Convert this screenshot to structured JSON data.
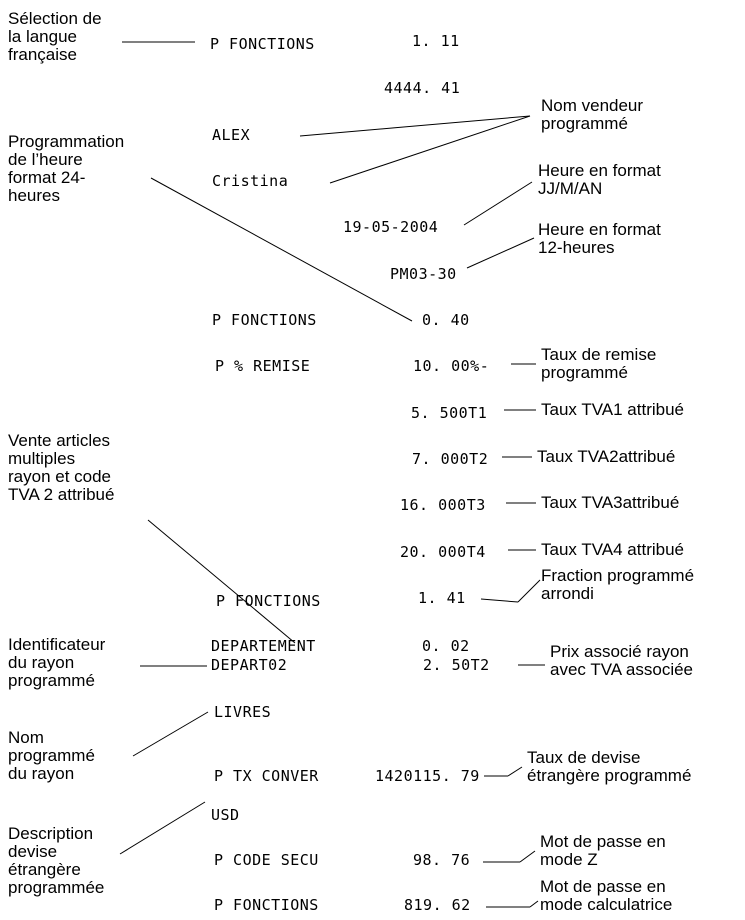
{
  "labels": {
    "selection_langue": "Sélection de\nla langue\nfrançaise",
    "programmation_heure": "Programmation\nde l’heure\nformat  24-\nheures",
    "vente_articles": "Vente articles\nmultiples\nrayon et code\nTVA 2 attribué",
    "identificateur_rayon": "Identificateur\ndu rayon\nprogrammé",
    "nom_rayon": "Nom\nprogrammé\ndu rayon",
    "description_devise": "Description\ndevise\nétrangère\nprogrammée",
    "nom_vendeur": "Nom vendeur\nprogrammé",
    "heure_jjmman": "Heure en format\nJJ/M/AN",
    "heure_12": "Heure en format\n12-heures",
    "taux_remise": "Taux de remise\nprogrammé",
    "tva1": "Taux TVA1 attribué",
    "tva2": "Taux TVA2attribué",
    "tva3": "Taux TVA3attribué",
    "tva4": "Taux TVA4 attribué",
    "fraction_arrondi": "Fraction programmé\narrondi",
    "prix_rayon": "Prix associé rayon\navec TVA associée",
    "taux_devise": "Taux de devise\nétrangère programmé",
    "mdp_z": "Mot de passe en\nmode Z",
    "mdp_calc": "Mot de passe en\nmode calculatrice"
  },
  "receipt": {
    "p_fonctions_1": "P FONCTIONS",
    "v_1_11": "1. 11",
    "v_4444_41": "4444. 41",
    "alex": "ALEX",
    "cristina": "Cristina",
    "date": "19-05-2004",
    "time": "PM03-30",
    "p_fonctions_2": "P FONCTIONS",
    "v_0_40": "0. 40",
    "p_remise": "P % REMISE",
    "v_remise": "10. 00%-",
    "t1": "5. 500T1",
    "t2": "7. 000T2",
    "t3": "16. 000T3",
    "t4": "20. 000T4",
    "p_fonctions_3": "P FONCTIONS",
    "v_1_41": "1. 41",
    "departement": "DEPARTEMENT",
    "v_0_02": "0. 02",
    "depart02": "DEPART02",
    "v_2_50": "2. 50T2",
    "livres": "LIVRES",
    "p_tx_conver": "P TX CONVER",
    "v_tx": "1420115. 79",
    "usd": "USD",
    "p_code_secu": "P CODE SECU",
    "v_98_76": "98. 76",
    "p_fonctions_4": "P FONCTIONS",
    "v_819_62": "819. 62"
  }
}
